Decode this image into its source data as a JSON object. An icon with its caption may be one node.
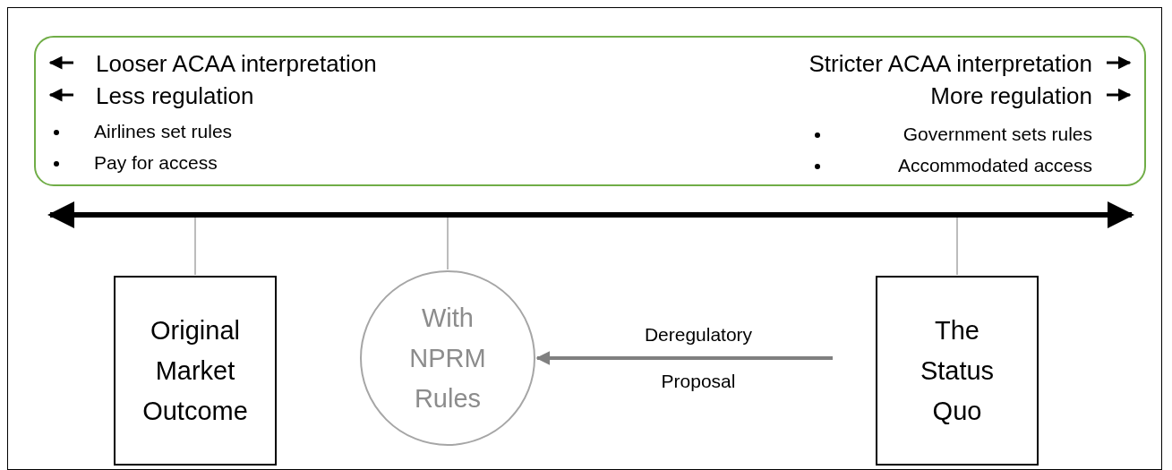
{
  "diagram": {
    "nodes": [
      {
        "text": [
          "Looser ACAA interpretation",
          "Less regulation",
          "Airlines set rules",
          "Pay for access",
          "Stricter ACAA interpretation",
          "More regulation",
          "Government sets rules",
          "Accommodated access"
        ]
      },
      {
        "text": [
          "Original Market Outcome"
        ]
      },
      {
        "text": [
          "With NPRM Rules"
        ]
      },
      {
        "text": [
          "The Status Quo"
        ]
      }
    ],
    "edges": [
      {
        "from": 1,
        "to": null,
        "arrow": "none"
      },
      {
        "from": 2,
        "to": null,
        "arrow": "none"
      },
      {
        "from": 3,
        "to": null,
        "arrow": "none"
      },
      {
        "from": 3,
        "to": 2,
        "arrow": "to",
        "label": "Deregulatory Proposal",
        "style": "thick",
        "color": "#808080"
      }
    ]
  }
}
